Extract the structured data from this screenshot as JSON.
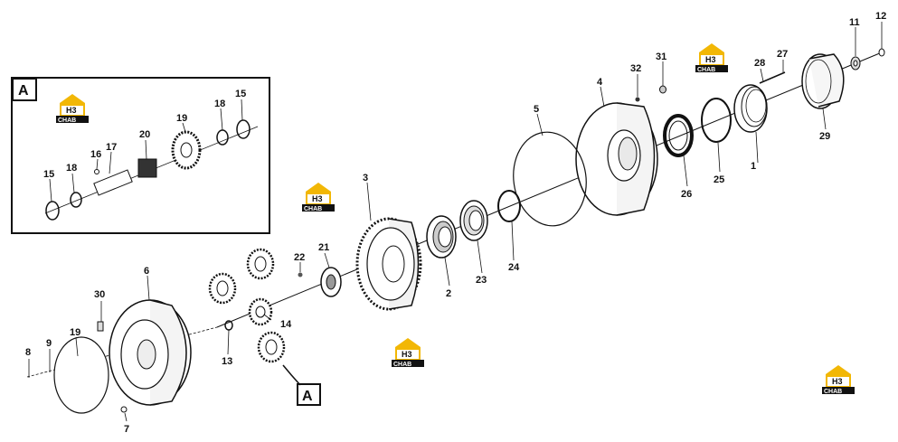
{
  "diagram": {
    "callout_letter": "A",
    "logo": {
      "mark": "H3",
      "text": "CHAB",
      "color": "#f2b705"
    },
    "part_labels": {
      "p1": "1",
      "p2": "2",
      "p3": "3",
      "p4": "4",
      "p5": "5",
      "p6": "6",
      "p7": "7",
      "p8": "8",
      "p9": "9",
      "p11": "11",
      "p12": "12",
      "p13": "13",
      "p14": "14",
      "p21": "21",
      "p22": "22",
      "p23": "23",
      "p24": "24",
      "p25": "25",
      "p26": "26",
      "p27": "27",
      "p28": "28",
      "p29": "29",
      "p30": "30",
      "p31": "31",
      "p32": "32",
      "p19b": "19",
      "d15a": "15",
      "d15b": "15",
      "d16": "16",
      "d17": "17",
      "d18a": "18",
      "d18b": "18",
      "d19": "19",
      "d20": "20"
    }
  }
}
